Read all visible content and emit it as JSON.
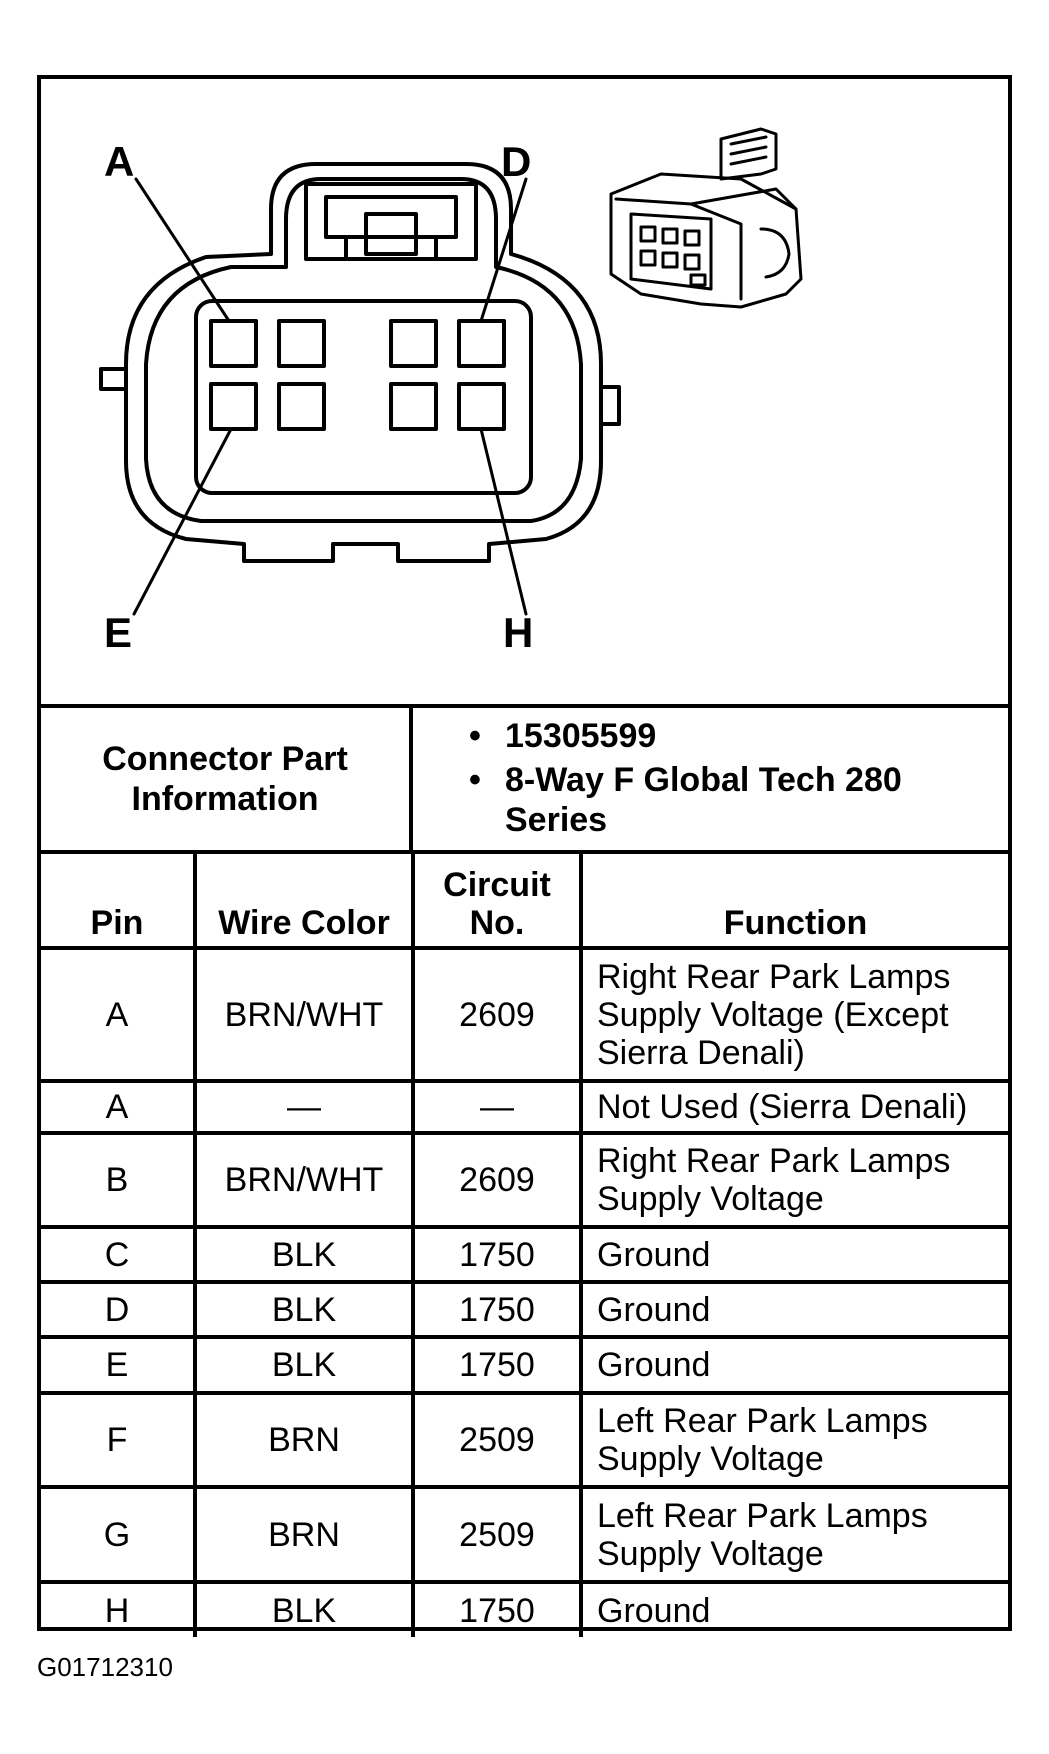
{
  "diagram": {
    "callouts": {
      "a": "A",
      "d": "D",
      "e": "E",
      "h": "H"
    }
  },
  "connector_info": {
    "label": "Connector Part Information",
    "items": [
      "15305599",
      "8-Way F Global Tech 280 Series"
    ]
  },
  "table": {
    "headers": [
      "Pin",
      "Wire Color",
      "Circuit No.",
      "Function"
    ],
    "rows": [
      {
        "pin": "A",
        "wire_color": "BRN/WHT",
        "circuit": "2609",
        "function": "Right Rear Park Lamps Supply Voltage (Except Sierra Denali)"
      },
      {
        "pin": "A",
        "wire_color": "—",
        "circuit": "—",
        "function": "Not Used (Sierra Denali)"
      },
      {
        "pin": "B",
        "wire_color": "BRN/WHT",
        "circuit": "2609",
        "function": "Right Rear Park Lamps Supply Voltage"
      },
      {
        "pin": "C",
        "wire_color": "BLK",
        "circuit": "1750",
        "function": "Ground"
      },
      {
        "pin": "D",
        "wire_color": "BLK",
        "circuit": "1750",
        "function": "Ground"
      },
      {
        "pin": "E",
        "wire_color": "BLK",
        "circuit": "1750",
        "function": "Ground"
      },
      {
        "pin": "F",
        "wire_color": "BRN",
        "circuit": "2509",
        "function": "Left Rear Park Lamps Supply Voltage"
      },
      {
        "pin": "G",
        "wire_color": "BRN",
        "circuit": "2509",
        "function": "Left Rear Park Lamps Supply Voltage"
      },
      {
        "pin": "H",
        "wire_color": "BLK",
        "circuit": "1750",
        "function": "Ground"
      }
    ]
  },
  "figure_id": "G01712310"
}
